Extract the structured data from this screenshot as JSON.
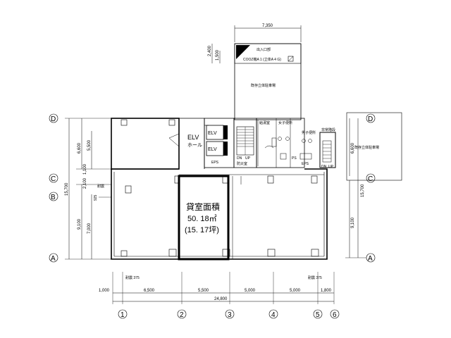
{
  "rooms": {
    "elv_hall_line1": "ELV",
    "elv_hall_line2": "ホール",
    "elv1": "ELV",
    "elv2": "ELV",
    "parking_building": "既存立体駐車場",
    "parking_entrance": "出入口部",
    "parking_note": "COOZ機A 1 (立体A 4 G)",
    "adjacent_parking": "既存立体駐車場",
    "hot_water_room": "給湯室",
    "womens_toilet": "女子便所",
    "mens_toilet": "男子便所",
    "fire_escape": "非常階段",
    "eps": "EPS",
    "ps": "PS",
    "stairs_dn": "DN",
    "stairs_up": "UP",
    "sign_room": "防災室"
  },
  "leased_room": {
    "title": "貸室面積",
    "area_sqm": "50. 18㎡",
    "area_tsubo": "(15. 17坪)"
  },
  "axes": {
    "columns": [
      "1",
      "2",
      "3",
      "4",
      "5",
      "6"
    ],
    "rows": [
      "D",
      "C",
      "B",
      "A"
    ],
    "rows_right": [
      "D",
      "C",
      "A"
    ]
  },
  "dimensions": {
    "top_width": "7,350",
    "top_h1": "2,400",
    "top_h2": "1,500",
    "spans": [
      "1,000",
      "6,500",
      "5,500",
      "5,000",
      "5,000",
      "1,800"
    ],
    "total_width": "24,800",
    "left_vertical_outer": "15,700",
    "left_vertical_dc": "6,600",
    "left_vertical_dc_inner": "5,500",
    "left_vertical_cb": "2,100",
    "left_vertical_cb2": "1,100",
    "left_vertical_ba": "9,100",
    "left_vertical_ba_inner": "7,000",
    "left_small": "925",
    "right_vertical_outer": "15,700",
    "right_dc": "6,600",
    "right_ca": "9,100",
    "bottom_notes": [
      "耐震 375",
      "耐震 375"
    ],
    "left_note": "耐震"
  }
}
